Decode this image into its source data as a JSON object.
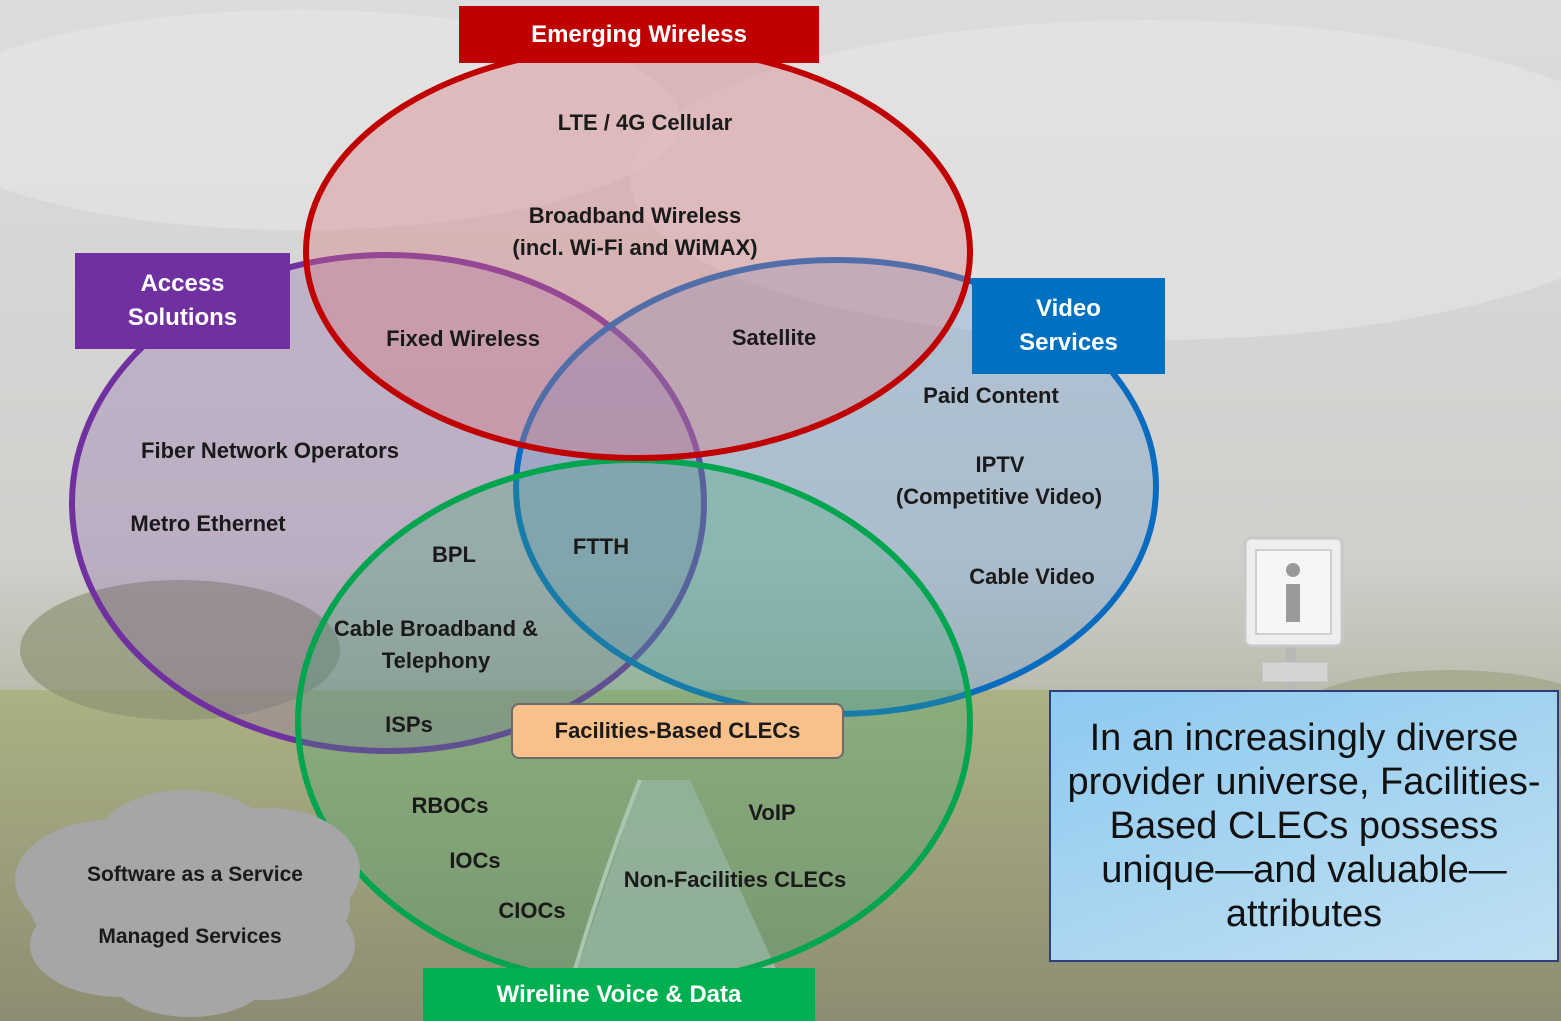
{
  "categories": {
    "emerging_wireless": "Emerging Wireless",
    "access_solutions": "Access\nSolutions",
    "video_services": "Video\nServices",
    "wireline": "Wireline Voice & Data"
  },
  "labels": {
    "lte": "LTE / 4G Cellular",
    "broadband_wireless_1": "Broadband Wireless",
    "broadband_wireless_2": "(incl. Wi-Fi and WiMAX)",
    "fixed_wireless": "Fixed Wireless",
    "satellite": "Satellite",
    "paid_content": "Paid Content",
    "iptv_1": "IPTV",
    "iptv_2": "(Competitive Video)",
    "cable_video": "Cable Video",
    "fiber_network_operators": "Fiber Network Operators",
    "metro_ethernet": "Metro Ethernet",
    "bpl": "BPL",
    "ftth": "FTTH",
    "cable_broadband_1": "Cable Broadband &",
    "cable_broadband_2": "Telephony",
    "isps": "ISPs",
    "facilities_based_clecs": "Facilities-Based CLECs",
    "rbocs": "RBOCs",
    "iocs": "IOCs",
    "ciocs": "CIOCs",
    "voip": "VoIP",
    "non_facilities_clecs": "Non-Facilities CLECs"
  },
  "cloud": {
    "saas": "Software as a Service",
    "managed": "Managed Services"
  },
  "callout": "In an increasingly diverse provider universe, Facilities-Based CLECs possess unique—and valuable—attributes",
  "colors": {
    "emerging_wireless": "#c00000",
    "access_solutions": "#7030a0",
    "video_services": "#0070c0",
    "wireline": "#00b050",
    "center_box": "#f8c08a",
    "cloud": "#a6a6a6"
  }
}
